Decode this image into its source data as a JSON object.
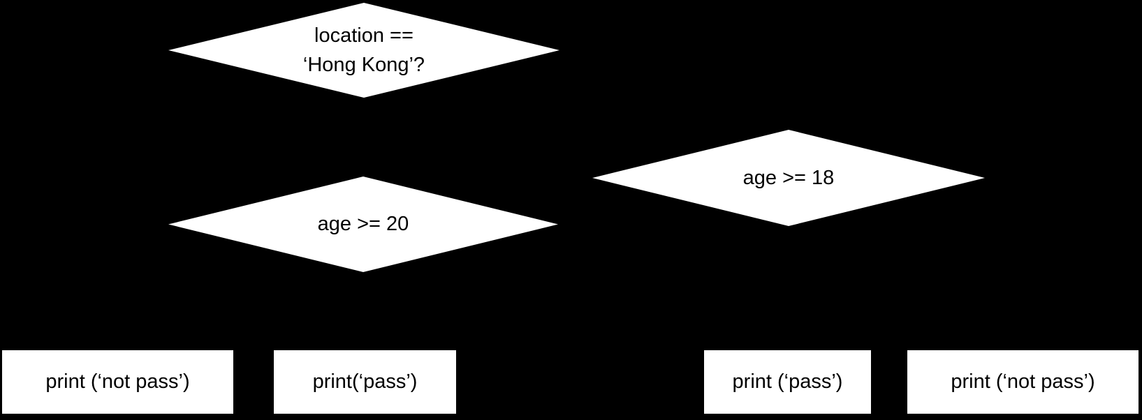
{
  "canvas": {
    "background_color": "#000000",
    "node_fill_color": "#ffffff",
    "node_text_color": "#000000"
  },
  "flowchart": {
    "decisions": [
      {
        "lines": [
          "location ==",
          "‘Hong Kong’?"
        ]
      },
      {
        "lines": [
          "age >= 20"
        ]
      },
      {
        "lines": [
          "age >= 18"
        ]
      }
    ],
    "outputs": [
      {
        "label": "print (‘not pass’)"
      },
      {
        "label": "print(‘pass’)"
      },
      {
        "label": "print (‘pass’)"
      },
      {
        "label": "print (‘not pass’)"
      }
    ]
  }
}
